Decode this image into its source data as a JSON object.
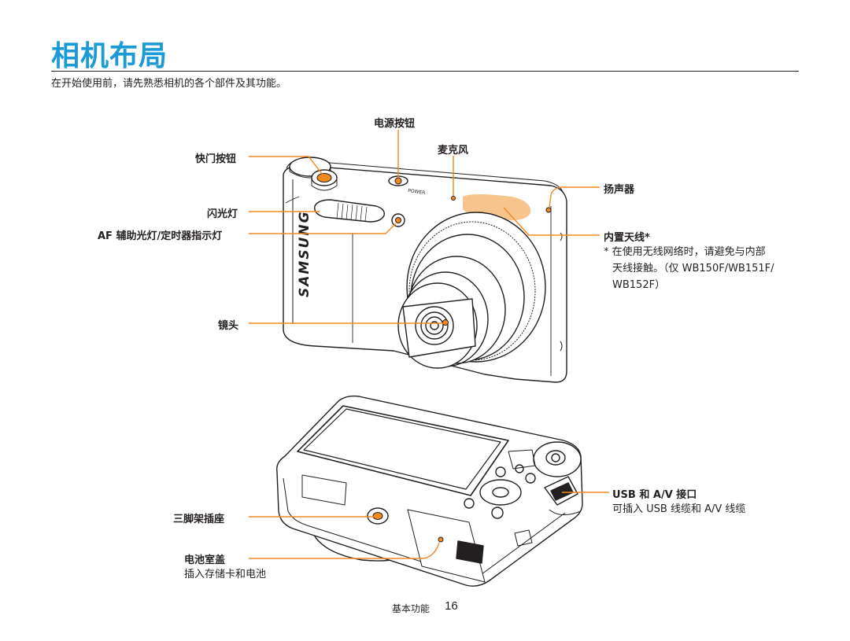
{
  "page": {
    "title": "相机布局",
    "intro": "在开始使用前，请先熟悉相机的各个部件及其功能。"
  },
  "labels": {
    "power_button": "电源按钮",
    "microphone": "麦克风",
    "shutter_button": "快门按钮",
    "speaker": "扬声器",
    "flash": "闪光灯",
    "af_lamp": "AF 辅助光灯/定时器指示灯",
    "antenna": "内置天线*",
    "antenna_note_1": "* 在使用无线网络时，请避免与内部",
    "antenna_note_2": "天线接触。（仅 WB150F/WB151F/",
    "antenna_note_3": "WB152F）",
    "lens": "镜头",
    "usb_av": "USB 和 A/V 接口",
    "usb_av_note": "可插入 USB 线缆和 A/V 线缆",
    "tripod": "三脚架插座",
    "battery": "电池室盖",
    "battery_note": "插入存储卡和电池"
  },
  "camera": {
    "brand": "SAMSUNG",
    "power_text": "POWER"
  },
  "footer": {
    "section": "基本功能",
    "page_number": "16"
  },
  "colors": {
    "title": "#1a9ad6",
    "leader": "#f08a1c",
    "antenna_area": "#f6c48c",
    "outline": "#231f20"
  }
}
